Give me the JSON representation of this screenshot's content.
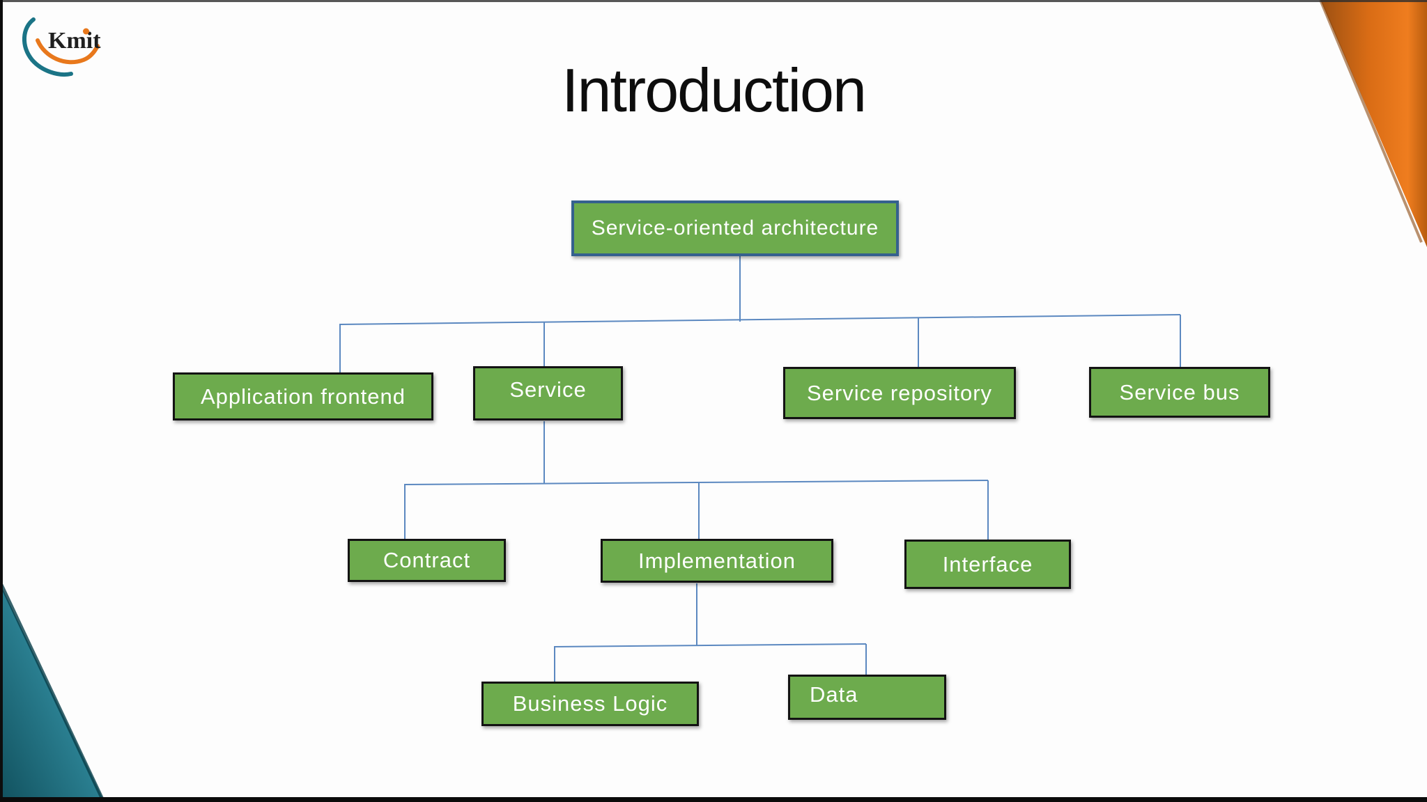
{
  "slide": {
    "title": "Introduction"
  },
  "logo": {
    "text": "Kmit"
  },
  "colors": {
    "node_fill": "#6DAB4D",
    "node_border_dark": "#131313",
    "root_border_blue": "#35618E",
    "connector_blue": "#5B88C0",
    "corner_orange": "#E2711D",
    "corner_teal": "#20758A",
    "title_text": "#0D0D0D",
    "node_text": "#FFFFFF"
  },
  "diagram": {
    "root": {
      "label": "Service-oriented architecture"
    },
    "level2": [
      {
        "label": "Application frontend"
      },
      {
        "label": "Service"
      },
      {
        "label": "Service repository"
      },
      {
        "label": "Service bus"
      }
    ],
    "level3": [
      {
        "label": "Contract"
      },
      {
        "label": "Implementation"
      },
      {
        "label": "Interface"
      }
    ],
    "level4": [
      {
        "label": "Business Logic"
      },
      {
        "label": "Data"
      }
    ]
  }
}
